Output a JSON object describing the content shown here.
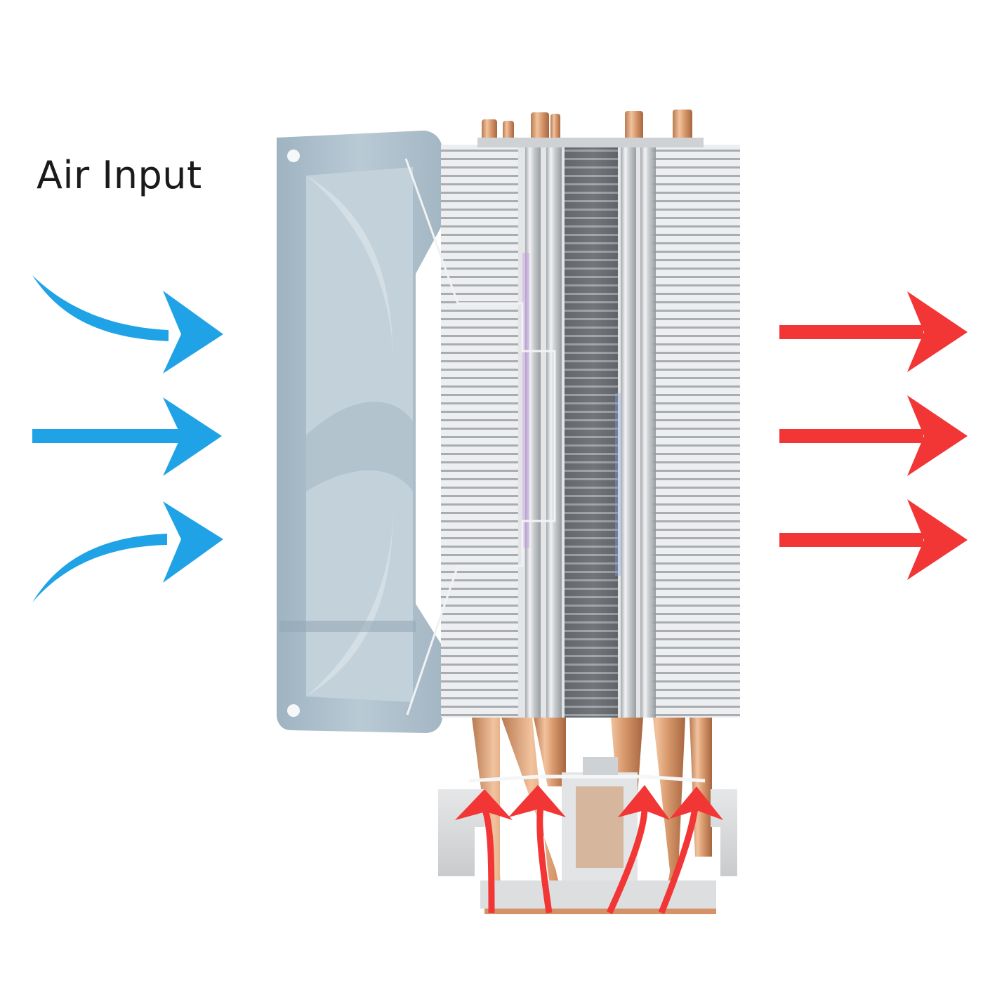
{
  "caption": {
    "text": "Air Input"
  },
  "colors": {
    "cool_arrow": "#1fa3e6",
    "warm_arrow": "#f23535",
    "fan_frame": "#a9bdca",
    "fin": "#dcdee0",
    "heatpipe_copper": "#d9a177",
    "base_bracket": "#d7d9db"
  },
  "illustration": {
    "subject": "cpu-tower-cooler",
    "cool_arrow_count": 3,
    "warm_arrow_count": 3,
    "heat_rise_arrow_count": 4
  }
}
